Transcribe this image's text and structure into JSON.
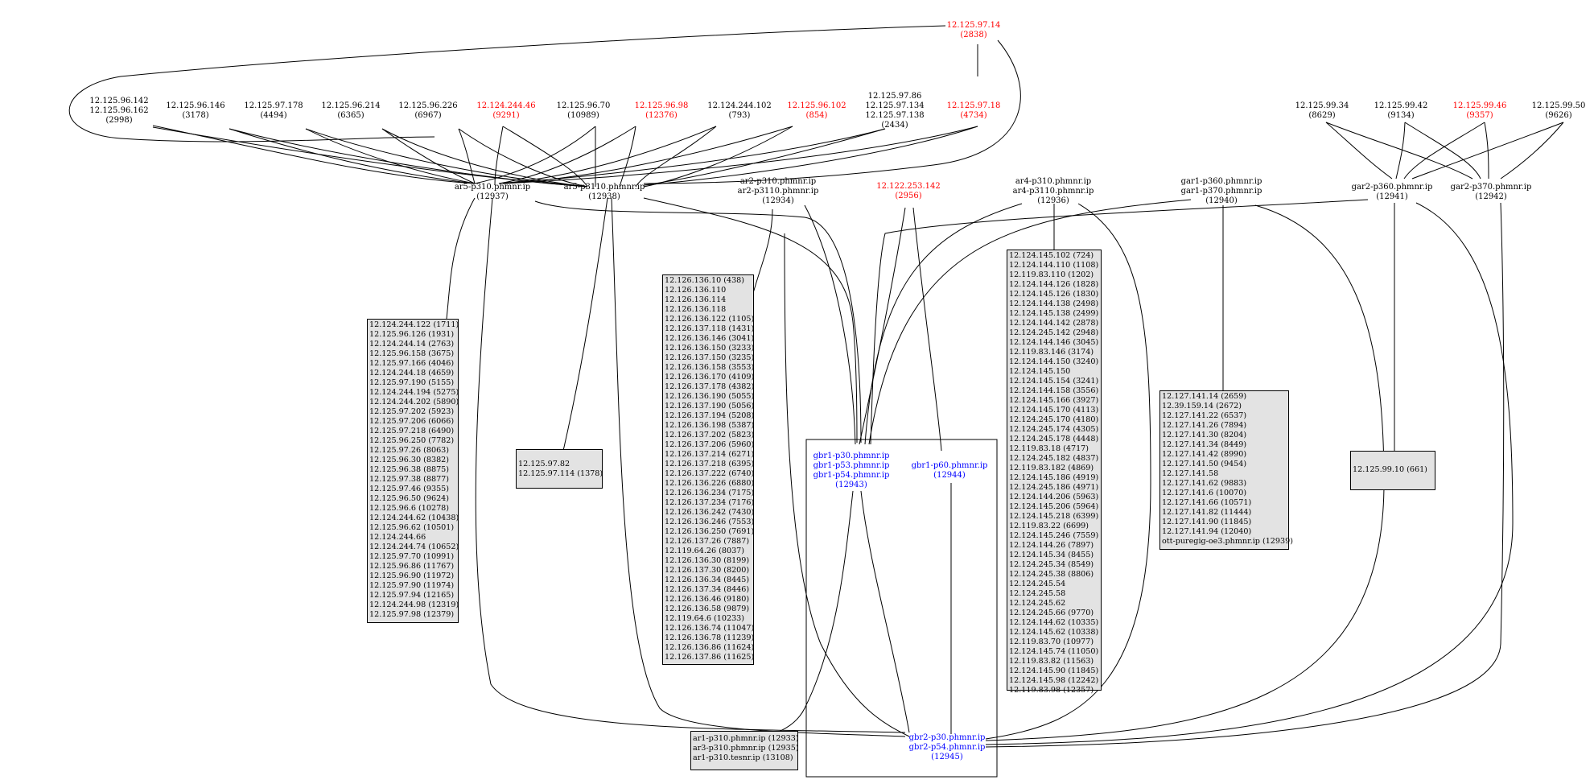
{
  "nodes": {
    "n_12_125_97_14": {
      "lines": [
        "12.125.97.14",
        "(2838)"
      ],
      "color": "red"
    },
    "n_96_142": {
      "lines": [
        "12.125.96.142",
        "12.125.96.162",
        "(2998)"
      ],
      "color": "black"
    },
    "n_96_146": {
      "lines": [
        "12.125.96.146",
        "(3178)"
      ],
      "color": "black"
    },
    "n_97_178": {
      "lines": [
        "12.125.97.178",
        "(4494)"
      ],
      "color": "black"
    },
    "n_96_214": {
      "lines": [
        "12.125.96.214",
        "(6365)"
      ],
      "color": "black"
    },
    "n_96_226": {
      "lines": [
        "12.125.96.226",
        "(6967)"
      ],
      "color": "black"
    },
    "n_244_46": {
      "lines": [
        "12.124.244.46",
        "(9291)"
      ],
      "color": "red"
    },
    "n_96_70": {
      "lines": [
        "12.125.96.70",
        "(10989)"
      ],
      "color": "black"
    },
    "n_96_98": {
      "lines": [
        "12.125.96.98",
        "(12376)"
      ],
      "color": "red"
    },
    "n_244_102": {
      "lines": [
        "12.124.244.102",
        "(793)"
      ],
      "color": "black"
    },
    "n_96_102": {
      "lines": [
        "12.125.96.102",
        "(854)"
      ],
      "color": "red"
    },
    "n_97_86": {
      "lines": [
        "12.125.97.86",
        "12.125.97.134",
        "12.125.97.138",
        "(2434)"
      ],
      "color": "black"
    },
    "n_97_18": {
      "lines": [
        "12.125.97.18",
        "(4734)"
      ],
      "color": "red"
    },
    "n_99_34": {
      "lines": [
        "12.125.99.34",
        "(8629)"
      ],
      "color": "black"
    },
    "n_99_42": {
      "lines": [
        "12.125.99.42",
        "(9134)"
      ],
      "color": "black"
    },
    "n_99_46": {
      "lines": [
        "12.125.99.46",
        "(9357)"
      ],
      "color": "red"
    },
    "n_99_50": {
      "lines": [
        "12.125.99.50",
        "(9626)"
      ],
      "color": "black"
    },
    "ar5_p310": {
      "lines": [
        "ar5-p310.phmnr.ip",
        "(12937)"
      ],
      "color": "black"
    },
    "ar5_p3110": {
      "lines": [
        "ar5-p3110.phmnr.ip",
        "(12938)"
      ],
      "color": "black"
    },
    "ar2": {
      "lines": [
        "ar2-p310.phmnr.ip",
        "ar2-p3110.phmnr.ip",
        "(12934)"
      ],
      "color": "black"
    },
    "n_253_142": {
      "lines": [
        "12.122.253.142",
        "(2956)"
      ],
      "color": "red"
    },
    "ar4": {
      "lines": [
        "ar4-p310.phmnr.ip",
        "ar4-p3110.phmnr.ip",
        "(12936)"
      ],
      "color": "black"
    },
    "gar1": {
      "lines": [
        "gar1-p360.phmnr.ip",
        "gar1-p370.phmnr.ip",
        "(12940)"
      ],
      "color": "black"
    },
    "gar2_p360": {
      "lines": [
        "gar2-p360.phmnr.ip",
        "(12941)"
      ],
      "color": "black"
    },
    "gar2_p370": {
      "lines": [
        "gar2-p370.phmnr.ip",
        "(12942)"
      ],
      "color": "black"
    },
    "gbr1_p30": {
      "lines": [
        "gbr1-p30.phmnr.ip",
        "gbr1-p53.phmnr.ip",
        "gbr1-p54.phmnr.ip",
        "(12943)"
      ],
      "color": "blue"
    },
    "gbr1_p60": {
      "lines": [
        "gbr1-p60.phmnr.ip",
        "(12944)"
      ],
      "color": "blue"
    },
    "gbr2": {
      "lines": [
        "gbr2-p30.phmnr.ip",
        "gbr2-p54.phmnr.ip",
        "(12945)"
      ],
      "color": "blue"
    }
  },
  "boxes": {
    "box_ar5_p310": {
      "lines": [
        "12.124.244.122 (1711)",
        "12.125.96.126 (1931)",
        "12.124.244.14 (2763)",
        "12.125.96.158 (3675)",
        "12.125.97.166 (4046)",
        "12.124.244.18 (4659)",
        "12.125.97.190 (5155)",
        "12.124.244.194 (5275)",
        "12.124.244.202 (5890)",
        "12.125.97.202 (5923)",
        "12.125.97.206 (6066)",
        "12.125.97.218 (6490)",
        "12.125.96.250 (7782)",
        "12.125.97.26 (8063)",
        "12.125.96.30 (8382)",
        "12.125.96.38 (8875)",
        "12.125.97.38 (8877)",
        "12.125.97.46 (9355)",
        "12.125.96.50 (9624)",
        "12.125.96.6 (10278)",
        "12.124.244.62 (10438)",
        "12.125.96.62 (10501)",
        "12.124.244.66",
        "12.124.244.74 (10652)",
        "12.125.97.70 (10991)",
        "12.125.96.86 (11767)",
        "12.125.96.90 (11972)",
        "12.125.97.90 (11974)",
        "12.125.97.94 (12165)",
        "12.124.244.98 (12319)",
        "12.125.97.98 (12379)"
      ]
    },
    "box_ar5_p3110": {
      "lines": [
        "12.125.97.82",
        "12.125.97.114 (1378)"
      ]
    },
    "box_ar2": {
      "lines": [
        "12.126.136.10 (438)",
        "12.126.136.110",
        "12.126.136.114",
        "12.126.136.118",
        "12.126.136.122 (1105)",
        "12.126.137.118 (1431)",
        "12.126.136.146 (3041)",
        "12.126.136.150 (3233)",
        "12.126.137.150 (3235)",
        "12.126.136.158 (3553)",
        "12.126.136.170 (4109)",
        "12.126.137.178 (4382)",
        "12.126.136.190 (5055)",
        "12.126.137.190 (5056)",
        "12.126.137.194 (5208)",
        "12.126.136.198 (5387)",
        "12.126.137.202 (5823)",
        "12.126.137.206 (5960)",
        "12.126.137.214 (6271)",
        "12.126.137.218 (6395)",
        "12.126.137.222 (6740)",
        "12.126.136.226 (6880)",
        "12.126.136.234 (7175)",
        "12.126.137.234 (7176)",
        "12.126.136.242 (7430)",
        "12.126.136.246 (7553)",
        "12.126.136.250 (7691)",
        "12.126.137.26 (7887)",
        "12.119.64.26 (8037)",
        "12.126.136.30 (8199)",
        "12.126.137.30 (8200)",
        "12.126.136.34 (8445)",
        "12.126.137.34 (8446)",
        "12.126.136.46 (9180)",
        "12.126.136.58 (9879)",
        "12.119.64.6 (10233)",
        "12.126.136.74 (11047)",
        "12.126.136.78 (11239)",
        "12.126.136.86 (11624)",
        "12.126.137.86 (11625)"
      ]
    },
    "box_ar4": {
      "lines": [
        "12.124.145.102 (724)",
        "12.124.144.110 (1108)",
        "12.119.83.110 (1202)",
        "12.124.144.126 (1828)",
        "12.124.145.126 (1830)",
        "12.124.144.138 (2498)",
        "12.124.145.138 (2499)",
        "12.124.144.142 (2878)",
        "12.124.245.142 (2948)",
        "12.124.144.146 (3045)",
        "12.119.83.146 (3174)",
        "12.124.144.150 (3240)",
        "12.124.145.150",
        "12.124.145.154 (3241)",
        "12.124.144.158 (3556)",
        "12.124.145.166 (3927)",
        "12.124.145.170 (4113)",
        "12.124.245.170 (4180)",
        "12.124.245.174 (4305)",
        "12.124.245.178 (4448)",
        "12.119.83.18 (4717)",
        "12.124.245.182 (4837)",
        "12.119.83.182 (4869)",
        "12.124.145.186 (4919)",
        "12.124.245.186 (4971)",
        "12.124.144.206 (5963)",
        "12.124.145.206 (5964)",
        "12.124.145.218 (6399)",
        "12.119.83.22 (6699)",
        "12.124.145.246 (7559)",
        "12.124.144.26 (7897)",
        "12.124.145.34 (8455)",
        "12.124.245.34 (8549)",
        "12.124.245.38 (8806)",
        "12.124.245.54",
        "12.124.245.58",
        "12.124.245.62",
        "12.124.245.66 (9770)",
        "12.124.144.62 (10335)",
        "12.124.145.62 (10338)",
        "12.119.83.70 (10977)",
        "12.124.145.74 (11050)",
        "12.119.83.82 (11563)",
        "12.124.145.90 (11845)",
        "12.124.145.98 (12242)",
        "12.119.83.98 (12357)"
      ]
    },
    "box_gar1": {
      "lines": [
        "12.127.141.14 (2659)",
        "12.39.159.14 (2672)",
        "12.127.141.22 (6537)",
        "12.127.141.26 (7894)",
        "12.127.141.30 (8204)",
        "12.127.141.34 (8449)",
        "12.127.141.42 (8990)",
        "12.127.141.50 (9454)",
        "12.127.141.58",
        "12.127.141.62 (9883)",
        "12.127.141.6 (10070)",
        "12.127.141.66 (10571)",
        "12.127.141.82 (11444)",
        "12.127.141.90 (11845)",
        "12.127.141.94 (12040)",
        "ott-puregig-oe3.phmnr.ip (12939)"
      ]
    },
    "box_gar2": {
      "lines": [
        "12.125.99.10 (661)"
      ]
    },
    "box_ar1": {
      "lines": [
        "ar1-p310.phmnr.ip (12933)",
        "ar3-p310.phmnr.ip (12935)",
        "ar1-p310.tesnr.ip (13108)"
      ]
    }
  },
  "style": {
    "edge_color": "#000000",
    "box_fill": "#e3e3e3",
    "red": "#ff0000",
    "blue": "#0000ff"
  }
}
